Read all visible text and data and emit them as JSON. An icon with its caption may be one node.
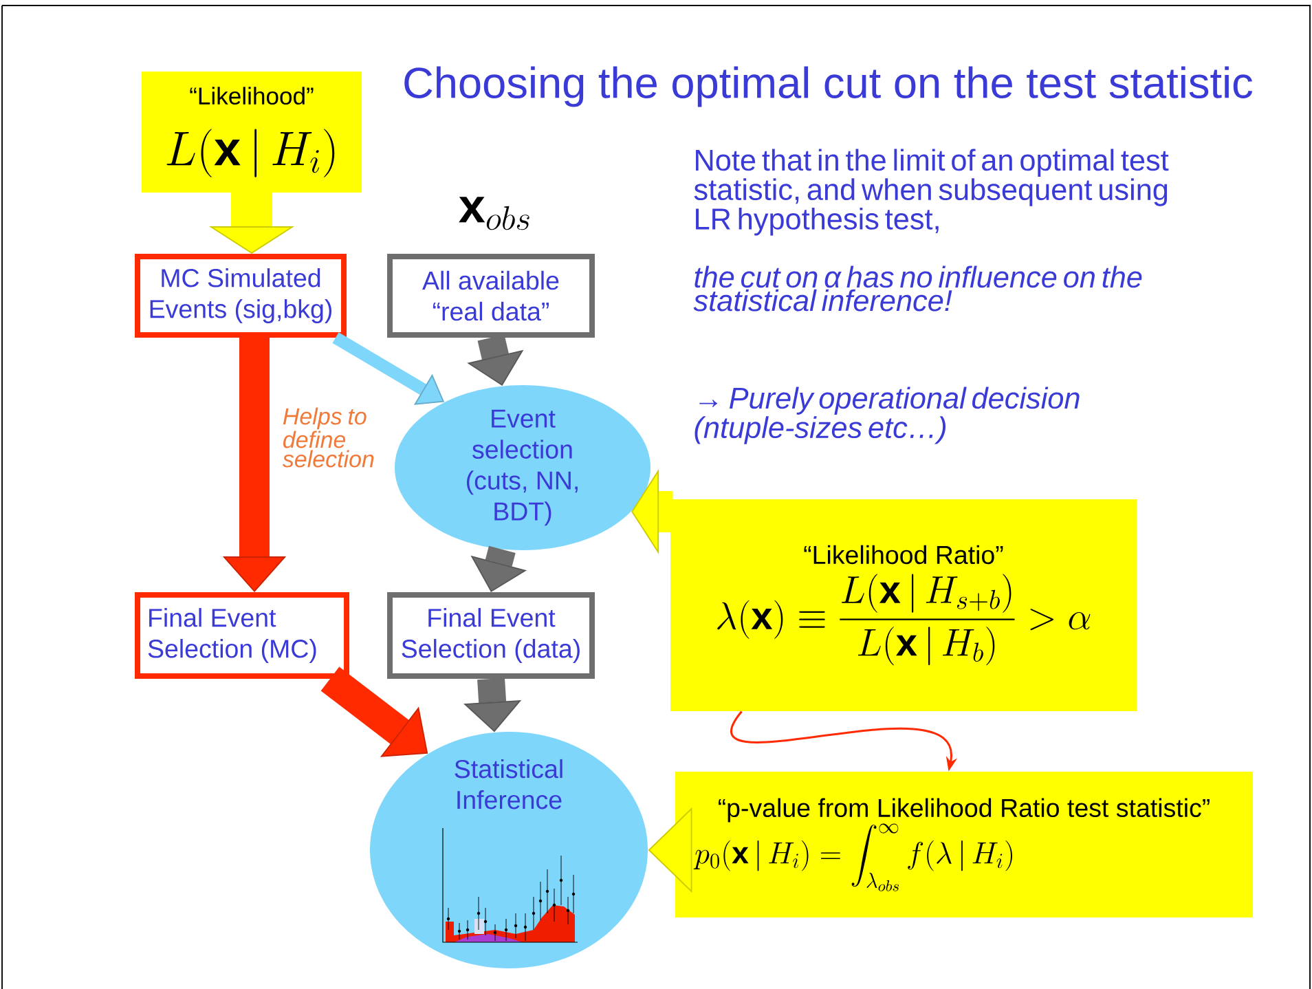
{
  "diagram": {
    "title": "Choosing the optimal cut on the test statistic",
    "nodes": [
      {
        "text": [
          "“Likelihood”",
          "L(\\mathbf{x}\\,|\\,H_i)"
        ]
      },
      {
        "text": [
          "MC Simulated Events (sig,bkg)"
        ]
      },
      {
        "text": [
          "All available “real data”"
        ]
      },
      {
        "text": [
          "Event selection (cuts, NN, BDT)"
        ]
      },
      {
        "text": [
          "Final Event Selection (MC)"
        ]
      },
      {
        "text": [
          "Final Event Selection (data)"
        ]
      },
      {
        "text": [
          "Statistical Inference"
        ]
      },
      {
        "text": [
          "“Likelihood Ratio”",
          "\\lambda(\\mathbf{x}) \\equiv \\frac{L(\\mathbf{x}\\,|\\,H_{s+b})}{L(\\mathbf{x}\\,|\\,H_b)} > \\alpha"
        ]
      },
      {
        "text": [
          "“p-value from Likelihood Ratio test statistic”",
          "p_0(\\mathbf{x}\\,|\\,H_i) = \\int_{\\lambda_{obs}}^{\\infty} f(\\lambda\\,|\\,H_i)"
        ]
      }
    ],
    "edges": [
      {
        "from": 0,
        "to": 1,
        "arrow": "to",
        "color": "#ffff00"
      },
      {
        "from": 1,
        "to": 3,
        "arrow": "to",
        "color": "#7fd6fb",
        "label": "Helps to define selection"
      },
      {
        "from": 2,
        "to": 3,
        "arrow": "to",
        "color": "#6e6e6e"
      },
      {
        "from": 1,
        "to": 4,
        "arrow": "to",
        "color": "#ff2a00"
      },
      {
        "from": 3,
        "to": 5,
        "arrow": "to",
        "color": "#6e6e6e"
      },
      {
        "from": 4,
        "to": 6,
        "arrow": "to",
        "color": "#ff2a00"
      },
      {
        "from": 5,
        "to": 6,
        "arrow": "to",
        "color": "#6e6e6e"
      },
      {
        "from": 7,
        "to": 3,
        "arrow": "to",
        "color": "#ffff00"
      },
      {
        "from": 8,
        "to": 6,
        "arrow": "to",
        "color": "#ffff00"
      },
      {
        "from": 7,
        "to": 8,
        "arrow": "to",
        "color": "#ff2a00"
      }
    ],
    "labels": [
      "\\mathbf{x}_{obs}",
      "Note that in the limit of an optimal test statistic, and when subsequent using LR hypothesis test,",
      "the cut on α has no influence on the statistical inference!",
      "→ *Purely operational decision (ntuple-sizes etc…)*"
    ]
  }
}
